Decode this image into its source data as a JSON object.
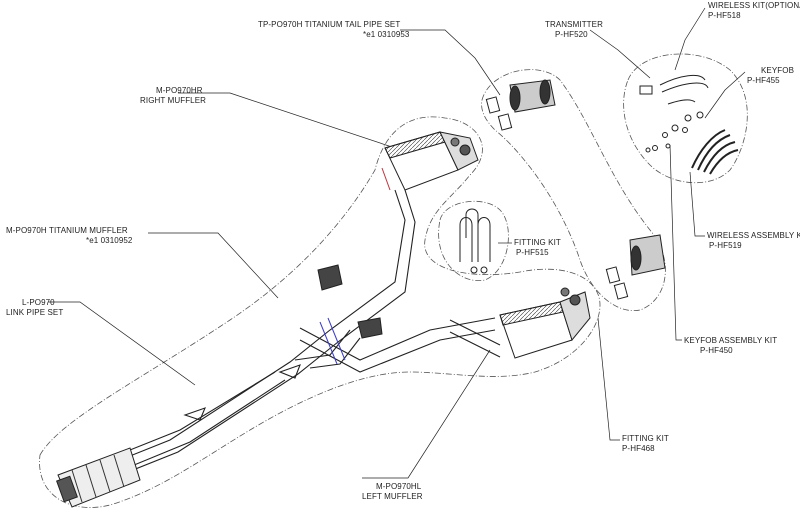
{
  "labels": {
    "tail_pipe": {
      "line1": "TP-PO970H TITANIUM TAIL PIPE SET",
      "line2": "*e1 0310953"
    },
    "transmitter": {
      "line1": "TRANSMITTER",
      "line2": "P-HF520"
    },
    "wireless_kit": {
      "line1": "WIRELESS KIT(OPTIONAL)",
      "line2": "P-HF518"
    },
    "keyfob": {
      "line1": "KEYFOB",
      "line2": "P-HF455"
    },
    "right_muffler": {
      "line1": "M-PO970HR",
      "line2": "RIGHT MUFFLER"
    },
    "titanium_muffler": {
      "line1": "M-PO970H TITANIUM MUFFLER",
      "line2": "*e1 0310952"
    },
    "link_pipe": {
      "line1": "L-PO970",
      "line2": "LINK PIPE SET"
    },
    "fitting_kit_515": {
      "line1": "FITTING KIT",
      "line2": "P-HF515"
    },
    "wireless_assembly": {
      "line1": "WIRELESS ASSEMBLY KIT",
      "line2": "P-HF519"
    },
    "keyfob_assembly": {
      "line1": "KEYFOB ASSEMBLY KIT",
      "line2": "P-HF450"
    },
    "fitting_kit_468": {
      "line1": "FITTING KIT",
      "line2": "P-HF468"
    },
    "left_muffler": {
      "line1": "M-PO970HL",
      "line2": "LEFT MUFFLER"
    }
  },
  "colors": {
    "line": "#222222",
    "outline": "#555555",
    "accent_red": "#c0303a",
    "accent_blue": "#3a3acf"
  }
}
